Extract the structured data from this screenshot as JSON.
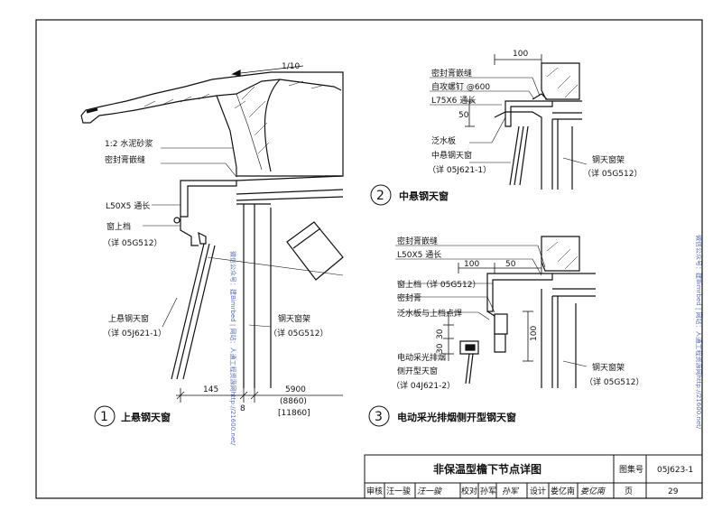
{
  "detail1": {
    "slope": "1/10",
    "labels": {
      "mortar": "1:2 水泥砂浆",
      "sealant": "密封膏嵌缝",
      "angle": "L50X5 通长",
      "sash_top": "窗上档",
      "sash_ref": "（详 05G512）",
      "window": "上悬钢天窗",
      "window_ref": "（详 05J621-1）",
      "frame": "钢天窗架",
      "frame_ref": "（详 05G512）"
    },
    "dims": {
      "d145": "145",
      "d8": "8",
      "d5900": "5900",
      "d8860": "(8860)",
      "d11860": "[11860]"
    },
    "number": "1",
    "caption": "上悬钢天窗"
  },
  "detail2": {
    "dims": {
      "d100": "100",
      "d50": "50"
    },
    "labels": {
      "sealant": "密封膏嵌缝",
      "screw": "自攻螺钉 @600",
      "angle": "L75X6 通长",
      "flashing": "泛水板",
      "window": "中悬钢天窗",
      "window_ref": "（详 05J621-1）",
      "frame": "钢天窗架",
      "frame_ref": "（详 05G512）"
    },
    "number": "2",
    "caption": "中悬钢天窗"
  },
  "detail3": {
    "dims": {
      "d100": "100",
      "d50": "50",
      "d30a": "30",
      "d30b": "30",
      "d100v": "100"
    },
    "labels": {
      "sealant": "密封膏嵌缝",
      "angle": "L50X5 通长",
      "sash_top": "窗上档（详 05G512）",
      "sealing": "密封膏",
      "flashing": "泛水板与上档点焊",
      "window1": "电动采光排烟",
      "window2": "侧开型天窗",
      "window_ref": "（详 04J621-2）",
      "frame": "钢天窗架",
      "frame_ref": "（详 05G512）"
    },
    "number": "3",
    "caption": "电动采光排烟侧开型钢天窗"
  },
  "watermark_left": "微信公众号：建Bimrbed | 网站：人通工程资源网http://21600.net/",
  "watermark_right": "微信公众号：建Bimrbed | 网站：人通工程资源网http://21600.net/",
  "title_block": {
    "title": "非保温型檐下节点详图",
    "atlas_label": "图集号",
    "atlas_no": "05J623-1",
    "review": "审核",
    "reviewer": "汪一骏",
    "reviewer_sig": "汪一骏",
    "check": "校对",
    "checker": "孙军",
    "checker_sig": "孙军",
    "design": "设计",
    "designer": "娄亿南",
    "designer_sig": "娄亿南",
    "page_label": "页",
    "page_no": "29"
  }
}
